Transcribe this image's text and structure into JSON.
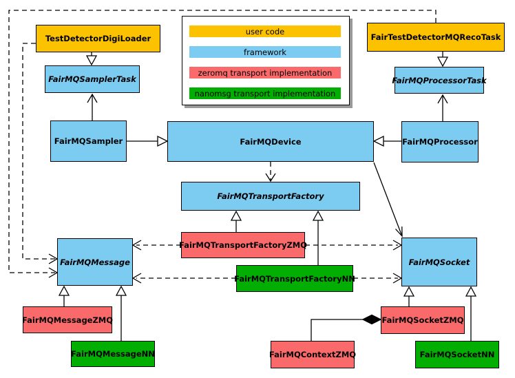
{
  "colors": {
    "user_code": "#FCC200",
    "framework": "#7CCBF1",
    "zeromq": "#FB6A6A",
    "nanomsg": "#01AE01",
    "border": "#000000",
    "background": "#FFFFFF",
    "legend_shadow": "#999999"
  },
  "legend": {
    "items": [
      {
        "label": "user code",
        "color": "#FCC200"
      },
      {
        "label": "framework",
        "color": "#7CCBF1"
      },
      {
        "label": "zeromq transport implementation",
        "color": "#FB6A6A"
      },
      {
        "label": "nanomsg transport implementation",
        "color": "#01AE01"
      }
    ]
  },
  "nodes": [
    {
      "label": "TestDetectorDigiLoader",
      "category": "user_code",
      "abstract": false
    },
    {
      "label": "FairTestDetectorMQRecoTask",
      "category": "user_code",
      "abstract": false
    },
    {
      "label": "FairMQSamplerTask",
      "category": "framework",
      "abstract": true
    },
    {
      "label": "FairMQProcessorTask",
      "category": "framework",
      "abstract": true
    },
    {
      "label": "FairMQSampler",
      "category": "framework",
      "abstract": false
    },
    {
      "label": "FairMQDevice",
      "category": "framework",
      "abstract": false
    },
    {
      "label": "FairMQProcessor",
      "category": "framework",
      "abstract": false
    },
    {
      "label": "FairMQTransportFactory",
      "category": "framework",
      "abstract": true
    },
    {
      "label": "FairMQTransportFactoryZMQ",
      "category": "zeromq",
      "abstract": false
    },
    {
      "label": "FairMQTransportFactoryNN",
      "category": "nanomsg",
      "abstract": false
    },
    {
      "label": "FairMQMessage",
      "category": "framework",
      "abstract": true
    },
    {
      "label": "FairMQSocket",
      "category": "framework",
      "abstract": true
    },
    {
      "label": "FairMQMessageZMQ",
      "category": "zeromq",
      "abstract": false
    },
    {
      "label": "FairMQMessageNN",
      "category": "nanomsg",
      "abstract": false
    },
    {
      "label": "FairMQSocketZMQ",
      "category": "zeromq",
      "abstract": false
    },
    {
      "label": "FairMQContextZMQ",
      "category": "zeromq",
      "abstract": false
    },
    {
      "label": "FairMQSocketNN",
      "category": "nanomsg",
      "abstract": false
    }
  ],
  "edges": [
    {
      "from": "TestDetectorDigiLoader",
      "to": "FairMQSamplerTask",
      "kind": "inheritance"
    },
    {
      "from": "FairTestDetectorMQRecoTask",
      "to": "FairMQProcessorTask",
      "kind": "inheritance"
    },
    {
      "from": "FairMQSampler",
      "to": "FairMQSamplerTask",
      "kind": "association"
    },
    {
      "from": "FairMQProcessor",
      "to": "FairMQProcessorTask",
      "kind": "association"
    },
    {
      "from": "FairMQSampler",
      "to": "FairMQDevice",
      "kind": "inheritance"
    },
    {
      "from": "FairMQProcessor",
      "to": "FairMQDevice",
      "kind": "inheritance"
    },
    {
      "from": "FairMQDevice",
      "to": "FairMQTransportFactory",
      "kind": "dependency"
    },
    {
      "from": "FairMQDevice",
      "to": "FairMQSocket",
      "kind": "association"
    },
    {
      "from": "TestDetectorDigiLoader",
      "to": "FairMQMessage",
      "kind": "dependency"
    },
    {
      "from": "FairTestDetectorMQRecoTask",
      "to": "FairMQMessage",
      "kind": "dependency"
    },
    {
      "from": "FairMQTransportFactoryZMQ",
      "to": "FairMQTransportFactory",
      "kind": "inheritance"
    },
    {
      "from": "FairMQTransportFactoryNN",
      "to": "FairMQTransportFactory",
      "kind": "inheritance"
    },
    {
      "from": "FairMQTransportFactoryZMQ",
      "to": "FairMQMessage",
      "kind": "dependency"
    },
    {
      "from": "FairMQTransportFactoryNN",
      "to": "FairMQMessage",
      "kind": "dependency"
    },
    {
      "from": "FairMQTransportFactoryZMQ",
      "to": "FairMQSocket",
      "kind": "dependency"
    },
    {
      "from": "FairMQTransportFactoryNN",
      "to": "FairMQSocket",
      "kind": "dependency"
    },
    {
      "from": "FairMQMessageZMQ",
      "to": "FairMQMessage",
      "kind": "inheritance"
    },
    {
      "from": "FairMQMessageNN",
      "to": "FairMQMessage",
      "kind": "inheritance"
    },
    {
      "from": "FairMQSocketZMQ",
      "to": "FairMQSocket",
      "kind": "inheritance"
    },
    {
      "from": "FairMQSocketNN",
      "to": "FairMQSocket",
      "kind": "inheritance"
    },
    {
      "from": "FairMQSocketZMQ",
      "to": "FairMQContextZMQ",
      "kind": "composition"
    }
  ]
}
